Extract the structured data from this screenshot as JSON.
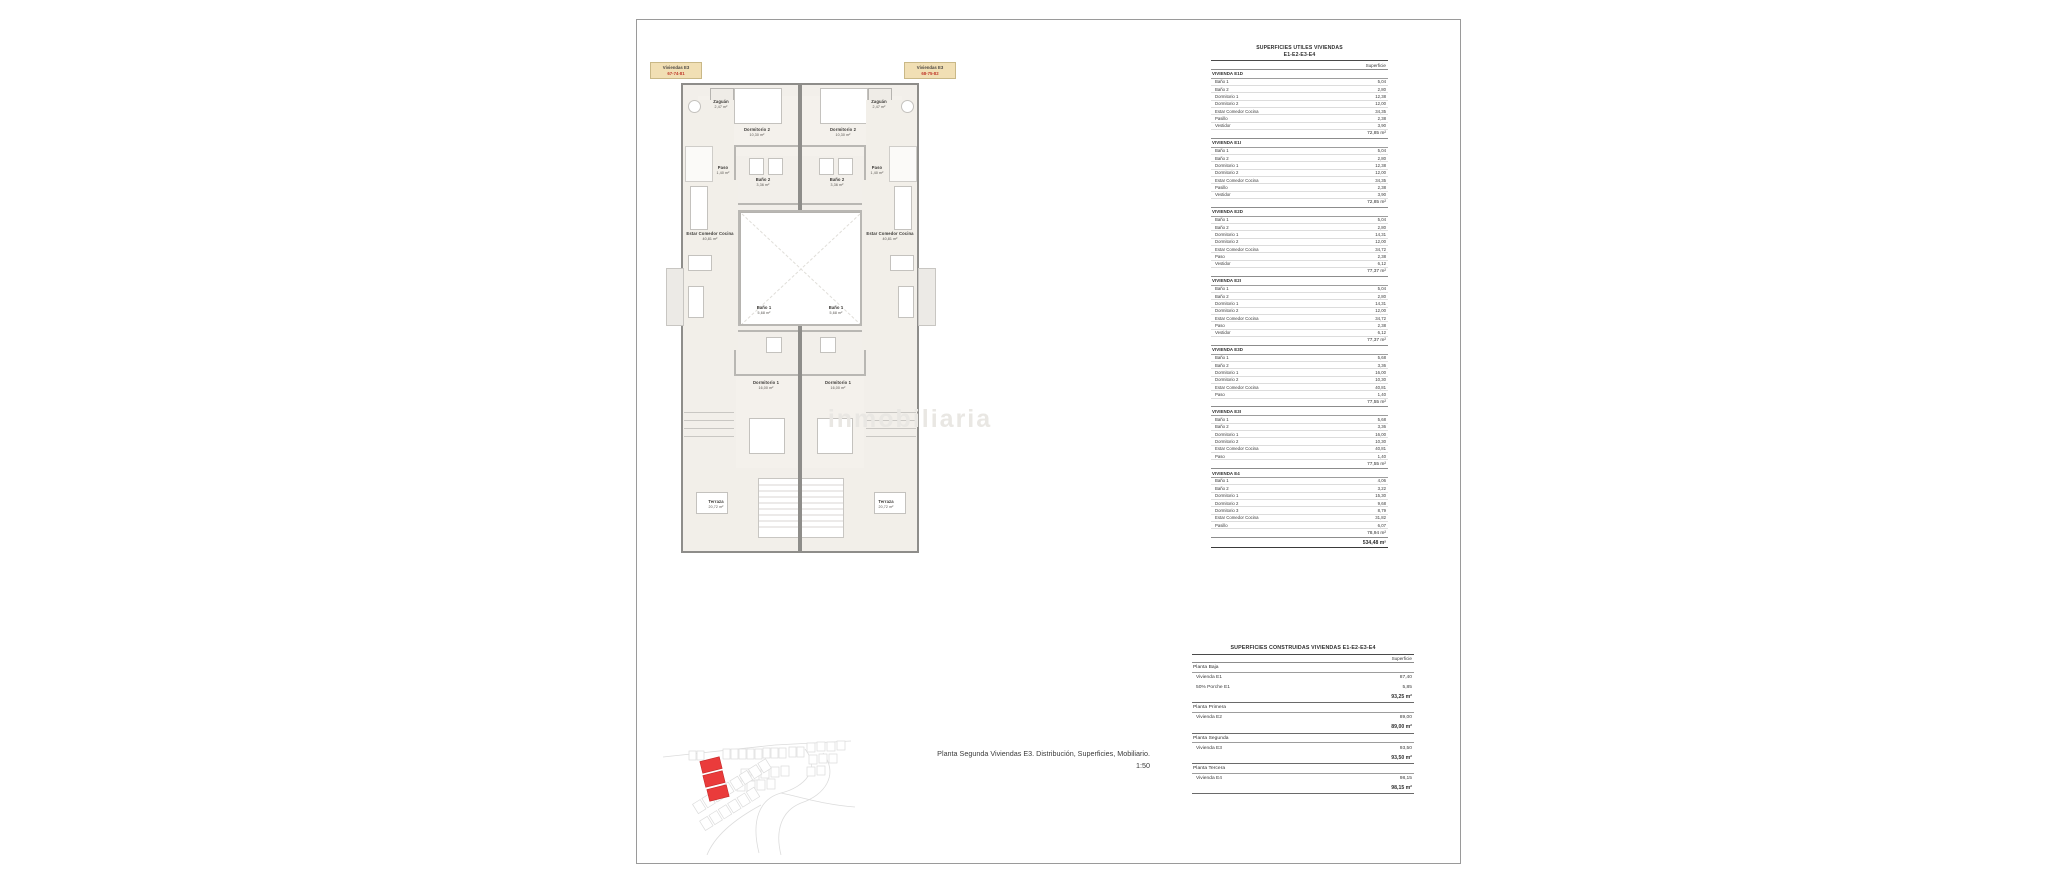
{
  "sheet": {
    "plan_caption_line1": "Planta Segunda Viviendas E3. Distribución, Superficies, Mobiliario.",
    "plan_caption_scale": "1:50"
  },
  "plan": {
    "tags": [
      {
        "name": "Viviendas E3",
        "units": "67-74-81"
      },
      {
        "name": "Viviendas E3",
        "units": "68-75-82"
      }
    ],
    "rooms": [
      {
        "name": "Zaguán",
        "area": "2,47 m²"
      },
      {
        "name": "Zaguán",
        "area": "2,47 m²"
      },
      {
        "name": "Dormitorio 2",
        "area": "10,30 m²"
      },
      {
        "name": "Dormitorio 2",
        "area": "10,30 m²"
      },
      {
        "name": "Paso",
        "area": "1,40 m²"
      },
      {
        "name": "Paso",
        "area": "1,40 m²"
      },
      {
        "name": "Baño 2",
        "area": "3,36 m²"
      },
      {
        "name": "Baño 2",
        "area": "3,36 m²"
      },
      {
        "name": "Estar Comedor Cocina",
        "area": "40,81 m²"
      },
      {
        "name": "Estar Comedor Cocina",
        "area": "40,81 m²"
      },
      {
        "name": "Baño 1",
        "area": "5,68 m²"
      },
      {
        "name": "Baño 1",
        "area": "5,68 m²"
      },
      {
        "name": "Dormitorio 1",
        "area": "16,00 m²"
      },
      {
        "name": "Dormitorio 1",
        "area": "16,00 m²"
      },
      {
        "name": "Terraza",
        "area": "20,72 m²"
      },
      {
        "name": "Terraza",
        "area": "20,72 m²"
      }
    ],
    "watermark": "inmobiliaria"
  },
  "table_utiles": {
    "title_line1": "SUPERFICIES UTILES VIVIENDAS",
    "title_line2": "E1-E2-E3-E4",
    "col_header": "Superficie",
    "groups": [
      {
        "name": "VIVIENDA E1D",
        "rows": [
          {
            "label": "Baño 1",
            "value": "5,04"
          },
          {
            "label": "Baño 2",
            "value": "2,80"
          },
          {
            "label": "Dormitorio 1",
            "value": "12,38"
          },
          {
            "label": "Dormitorio 2",
            "value": "12,00"
          },
          {
            "label": "Estar Comedor Cocina",
            "value": "34,35"
          },
          {
            "label": "Pasillo",
            "value": "2,38"
          },
          {
            "label": "Vestidor",
            "value": "3,90"
          }
        ],
        "subtotal": "72,85 m²"
      },
      {
        "name": "VIVIENDA E1I",
        "rows": [
          {
            "label": "Baño 1",
            "value": "5,04"
          },
          {
            "label": "Baño 2",
            "value": "2,80"
          },
          {
            "label": "Dormitorio 1",
            "value": "12,38"
          },
          {
            "label": "Dormitorio 2",
            "value": "12,00"
          },
          {
            "label": "Estar Comedor Cocina",
            "value": "34,35"
          },
          {
            "label": "Pasillo",
            "value": "2,38"
          },
          {
            "label": "Vestidor",
            "value": "3,90"
          }
        ],
        "subtotal": "72,85 m²"
      },
      {
        "name": "VIVIENDA E2D",
        "rows": [
          {
            "label": "Baño 1",
            "value": "5,04"
          },
          {
            "label": "Baño 2",
            "value": "2,80"
          },
          {
            "label": "Dormitorio 1",
            "value": "14,31"
          },
          {
            "label": "Dormitorio 2",
            "value": "12,00"
          },
          {
            "label": "Estar Comedor Cocina",
            "value": "34,72"
          },
          {
            "label": "Paso",
            "value": "2,38"
          },
          {
            "label": "Vestidor",
            "value": "6,12"
          }
        ],
        "subtotal": "77,37 m²"
      },
      {
        "name": "VIVIENDA E2I",
        "rows": [
          {
            "label": "Baño 1",
            "value": "5,04"
          },
          {
            "label": "Baño 2",
            "value": "2,80"
          },
          {
            "label": "Dormitorio 1",
            "value": "14,31"
          },
          {
            "label": "Dormitorio 2",
            "value": "12,00"
          },
          {
            "label": "Estar Comedor Cocina",
            "value": "34,72"
          },
          {
            "label": "Paso",
            "value": "2,38"
          },
          {
            "label": "Vestidor",
            "value": "6,12"
          }
        ],
        "subtotal": "77,37 m²"
      },
      {
        "name": "VIVIENDA E3D",
        "rows": [
          {
            "label": "Baño 1",
            "value": "5,68"
          },
          {
            "label": "Baño 2",
            "value": "3,36"
          },
          {
            "label": "Dormitorio 1",
            "value": "16,00"
          },
          {
            "label": "Dormitorio 2",
            "value": "10,30"
          },
          {
            "label": "Estar Comedor Cocina",
            "value": "40,81"
          },
          {
            "label": "Paso",
            "value": "1,40"
          }
        ],
        "subtotal": "77,55 m²"
      },
      {
        "name": "VIVIENDA E3I",
        "rows": [
          {
            "label": "Baño 1",
            "value": "5,68"
          },
          {
            "label": "Baño 2",
            "value": "3,36"
          },
          {
            "label": "Dormitorio 1",
            "value": "16,00"
          },
          {
            "label": "Dormitorio 2",
            "value": "10,30"
          },
          {
            "label": "Estar Comedor Cocina",
            "value": "40,81"
          },
          {
            "label": "Paso",
            "value": "1,40"
          }
        ],
        "subtotal": "77,55 m²"
      },
      {
        "name": "VIVIENDA E4",
        "rows": [
          {
            "label": "Baño 1",
            "value": "4,06"
          },
          {
            "label": "Baño 2",
            "value": "3,22"
          },
          {
            "label": "Dormitorio 1",
            "value": "15,30"
          },
          {
            "label": "Dormitorio 2",
            "value": "9,68"
          },
          {
            "label": "Dormitorio 3",
            "value": "8,79"
          },
          {
            "label": "Estar Comedor Cocina",
            "value": "31,82"
          },
          {
            "label": "Pasillo",
            "value": "6,07"
          }
        ],
        "subtotal": "78,94 m²"
      }
    ],
    "total": "534,48 m²"
  },
  "table_construidas": {
    "title": "SUPERFICIES CONSTRUIDAS VIVIENDAS E1-E2-E3-E4",
    "col_header": "Superficie",
    "groups": [
      {
        "name": "Planta Baja",
        "rows": [
          {
            "label": "Vivienda E1",
            "value": "87,40"
          },
          {
            "label": "50% Porche E1",
            "value": "5,85"
          }
        ],
        "subtotal": "93,25 m²"
      },
      {
        "name": "Planta Primera",
        "rows": [
          {
            "label": "Vivienda E2",
            "value": "89,00"
          }
        ],
        "subtotal": "89,00 m²"
      },
      {
        "name": "Planta Segunda",
        "rows": [
          {
            "label": "Vivienda E3",
            "value": "93,50"
          }
        ],
        "subtotal": "93,50 m²"
      },
      {
        "name": "Planta Tercera",
        "rows": [
          {
            "label": "Vivienda E4",
            "value": "98,15"
          }
        ],
        "subtotal": "98,15 m²"
      }
    ]
  }
}
